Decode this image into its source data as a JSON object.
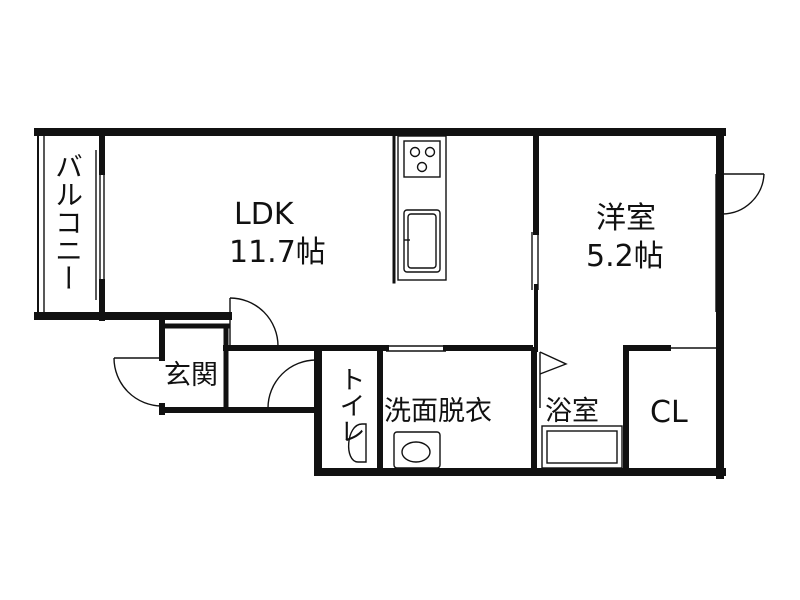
{
  "floorplan": {
    "rooms": {
      "ldk": {
        "name": "LDK",
        "size": "11.7帖"
      },
      "western": {
        "name": "洋室",
        "size": "5.2帖"
      },
      "balcony": {
        "name": "バルコニー"
      },
      "entrance": {
        "name": "玄関"
      },
      "toilet": {
        "name": "トイレ"
      },
      "washroom": {
        "name": "洗面脱衣"
      },
      "bath": {
        "name": "浴室"
      },
      "closet": {
        "name": "CL"
      }
    },
    "colors": {
      "wall": "#111111",
      "line": "#111111",
      "background": "#ffffff"
    }
  }
}
